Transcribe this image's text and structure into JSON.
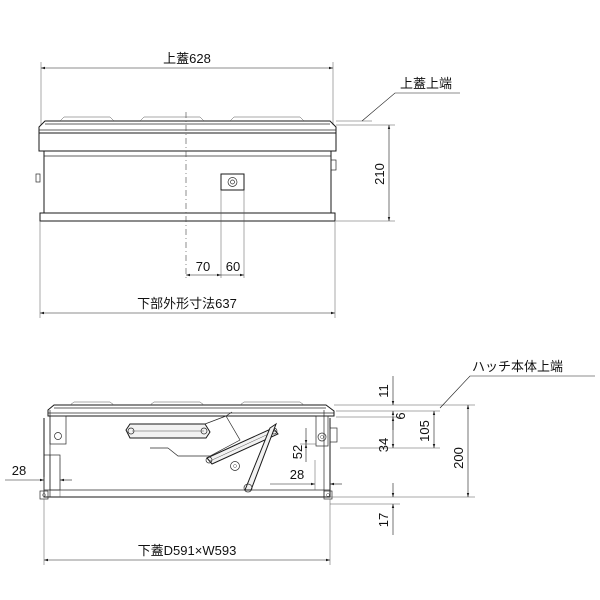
{
  "top_view": {
    "top_cover_width": "上蓋628",
    "top_cover_top_edge": "上蓋上端",
    "height": "210",
    "offset_a": "70",
    "offset_b": "60",
    "lower_outer": "下部外形寸法637"
  },
  "side_view": {
    "hatch_top": "ハッチ本体上端",
    "d11": "11",
    "d6": "6",
    "d105": "105",
    "d34": "34",
    "d200": "200",
    "d52": "52",
    "d28_left": "28",
    "d28_right": "28",
    "d17": "17",
    "lower_cover": "下蓋D591×W593"
  }
}
